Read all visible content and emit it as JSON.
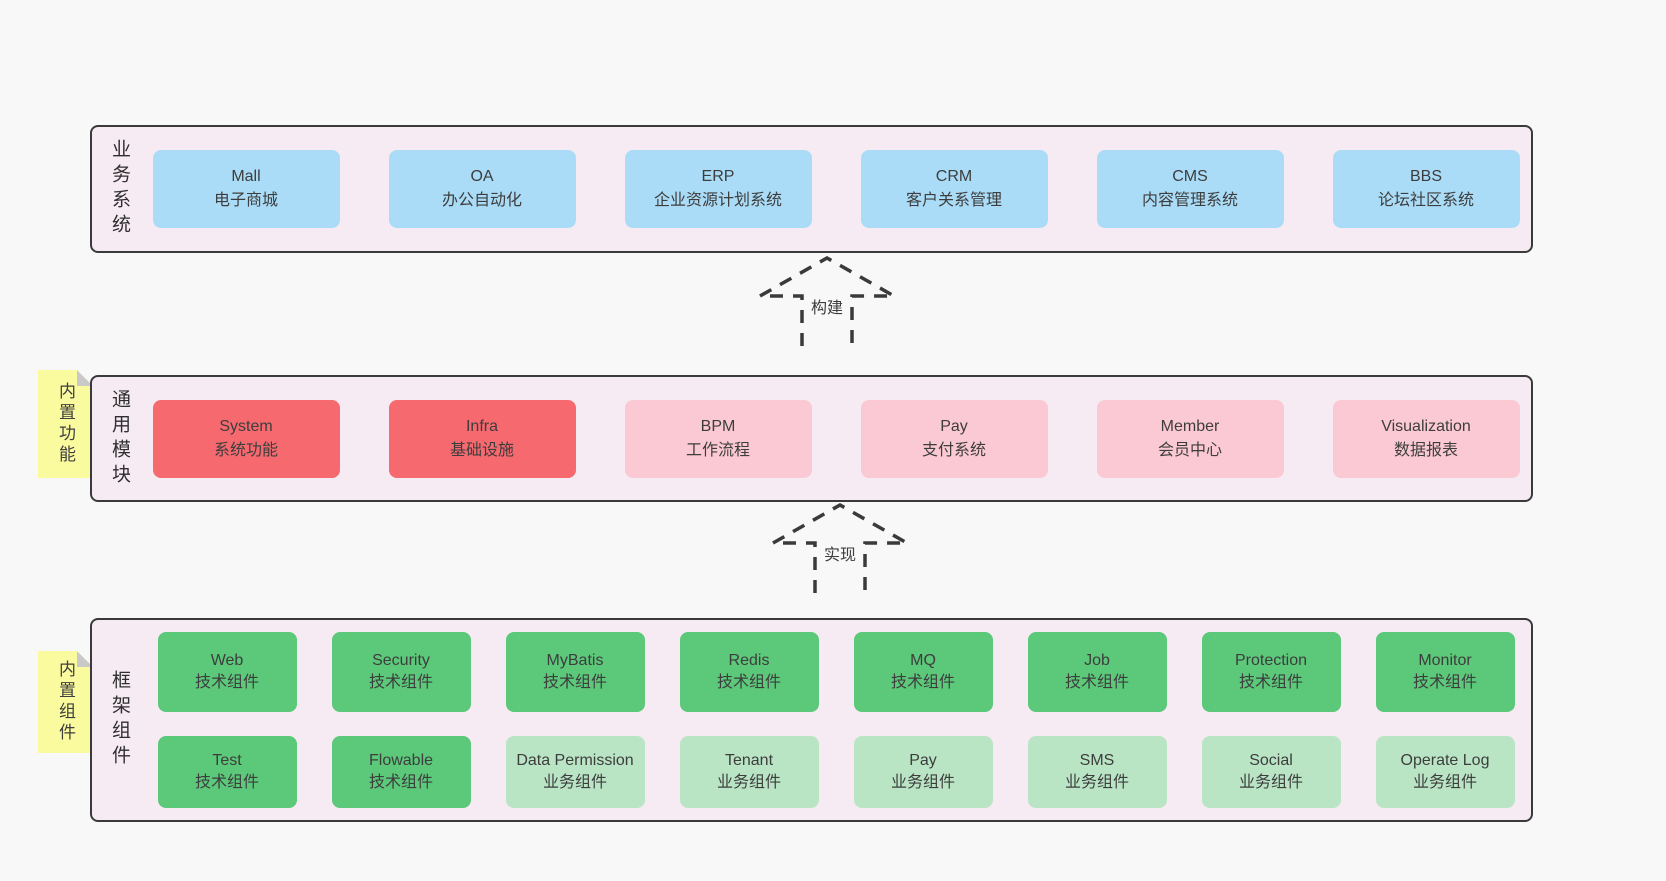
{
  "colors": {
    "page_bg": "#f8f8f8",
    "panel_bg": "#f6ebf3",
    "panel_border": "#3a3a3a",
    "blue_box": "#aadcf7",
    "red_box": "#f5696f",
    "pink_box": "#fbc9d3",
    "green_box": "#5cc87a",
    "light_green_box": "#b9e5c5",
    "sticky_bg": "#fafa9e",
    "sticky_fold": "#c9c9c9",
    "text": "#3d3d3d"
  },
  "arrows": [
    {
      "label": "构建"
    },
    {
      "label": "实现"
    }
  ],
  "sections": {
    "business": {
      "label": "业务系统",
      "boxes": [
        {
          "title": "Mall",
          "subtitle": "电子商城"
        },
        {
          "title": "OA",
          "subtitle": "办公自动化"
        },
        {
          "title": "ERP",
          "subtitle": "企业资源计划系统"
        },
        {
          "title": "CRM",
          "subtitle": "客户关系管理"
        },
        {
          "title": "CMS",
          "subtitle": "内容管理系统"
        },
        {
          "title": "BBS",
          "subtitle": "论坛社区系统"
        }
      ]
    },
    "modules": {
      "label": "通用模块",
      "sticky": "内置功能",
      "boxes": [
        {
          "title": "System",
          "subtitle": "系统功能",
          "variant": "red"
        },
        {
          "title": "Infra",
          "subtitle": "基础设施",
          "variant": "red"
        },
        {
          "title": "BPM",
          "subtitle": "工作流程",
          "variant": "pink"
        },
        {
          "title": "Pay",
          "subtitle": "支付系统",
          "variant": "pink"
        },
        {
          "title": "Member",
          "subtitle": "会员中心",
          "variant": "pink"
        },
        {
          "title": "Visualization",
          "subtitle": "数据报表",
          "variant": "pink"
        }
      ]
    },
    "framework": {
      "label": "框架组件",
      "sticky": "内置组件",
      "row1": [
        {
          "title": "Web",
          "subtitle": "技术组件",
          "variant": "green"
        },
        {
          "title": "Security",
          "subtitle": "技术组件",
          "variant": "green"
        },
        {
          "title": "MyBatis",
          "subtitle": "技术组件",
          "variant": "green"
        },
        {
          "title": "Redis",
          "subtitle": "技术组件",
          "variant": "green"
        },
        {
          "title": "MQ",
          "subtitle": "技术组件",
          "variant": "green"
        },
        {
          "title": "Job",
          "subtitle": "技术组件",
          "variant": "green"
        },
        {
          "title": "Protection",
          "subtitle": "技术组件",
          "variant": "green"
        },
        {
          "title": "Monitor",
          "subtitle": "技术组件",
          "variant": "green"
        }
      ],
      "row2": [
        {
          "title": "Test",
          "subtitle": "技术组件",
          "variant": "green"
        },
        {
          "title": "Flowable",
          "subtitle": "技术组件",
          "variant": "green"
        },
        {
          "title": "Data Permission",
          "subtitle": "业务组件",
          "variant": "lightgreen"
        },
        {
          "title": "Tenant",
          "subtitle": "业务组件",
          "variant": "lightgreen"
        },
        {
          "title": "Pay",
          "subtitle": "业务组件",
          "variant": "lightgreen"
        },
        {
          "title": "SMS",
          "subtitle": "业务组件",
          "variant": "lightgreen"
        },
        {
          "title": "Social",
          "subtitle": "业务组件",
          "variant": "lightgreen"
        },
        {
          "title": "Operate Log",
          "subtitle": "业务组件",
          "variant": "lightgreen"
        }
      ]
    }
  }
}
